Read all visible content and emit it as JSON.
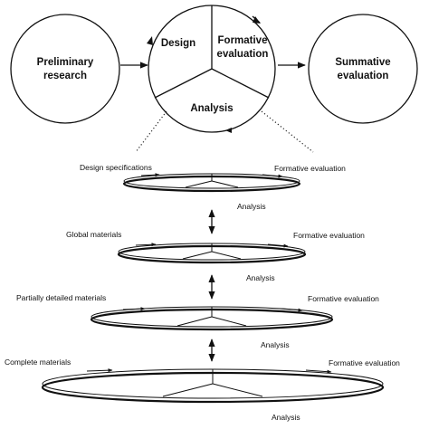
{
  "top": {
    "left_circle": {
      "lines": [
        "Preliminary",
        "research"
      ]
    },
    "center_circle": {
      "design": "Design",
      "formative": [
        "Formative",
        "evaluation"
      ],
      "analysis": "Analysis"
    },
    "right_circle": {
      "lines": [
        "Summative",
        "evaluation"
      ]
    }
  },
  "levels": [
    {
      "left_label": "Design specifications",
      "right_label": "Formative evaluation",
      "bottom_label": "Analysis"
    },
    {
      "left_label": "Global materials",
      "right_label": "Formative evaluation",
      "bottom_label": "Analysis"
    },
    {
      "left_label": "Partially detailed materials",
      "right_label": "Formative evaluation",
      "bottom_label": "Analysis"
    },
    {
      "left_label": "Complete materials",
      "right_label": "Formative evaluation",
      "bottom_label": "Analysis"
    }
  ]
}
